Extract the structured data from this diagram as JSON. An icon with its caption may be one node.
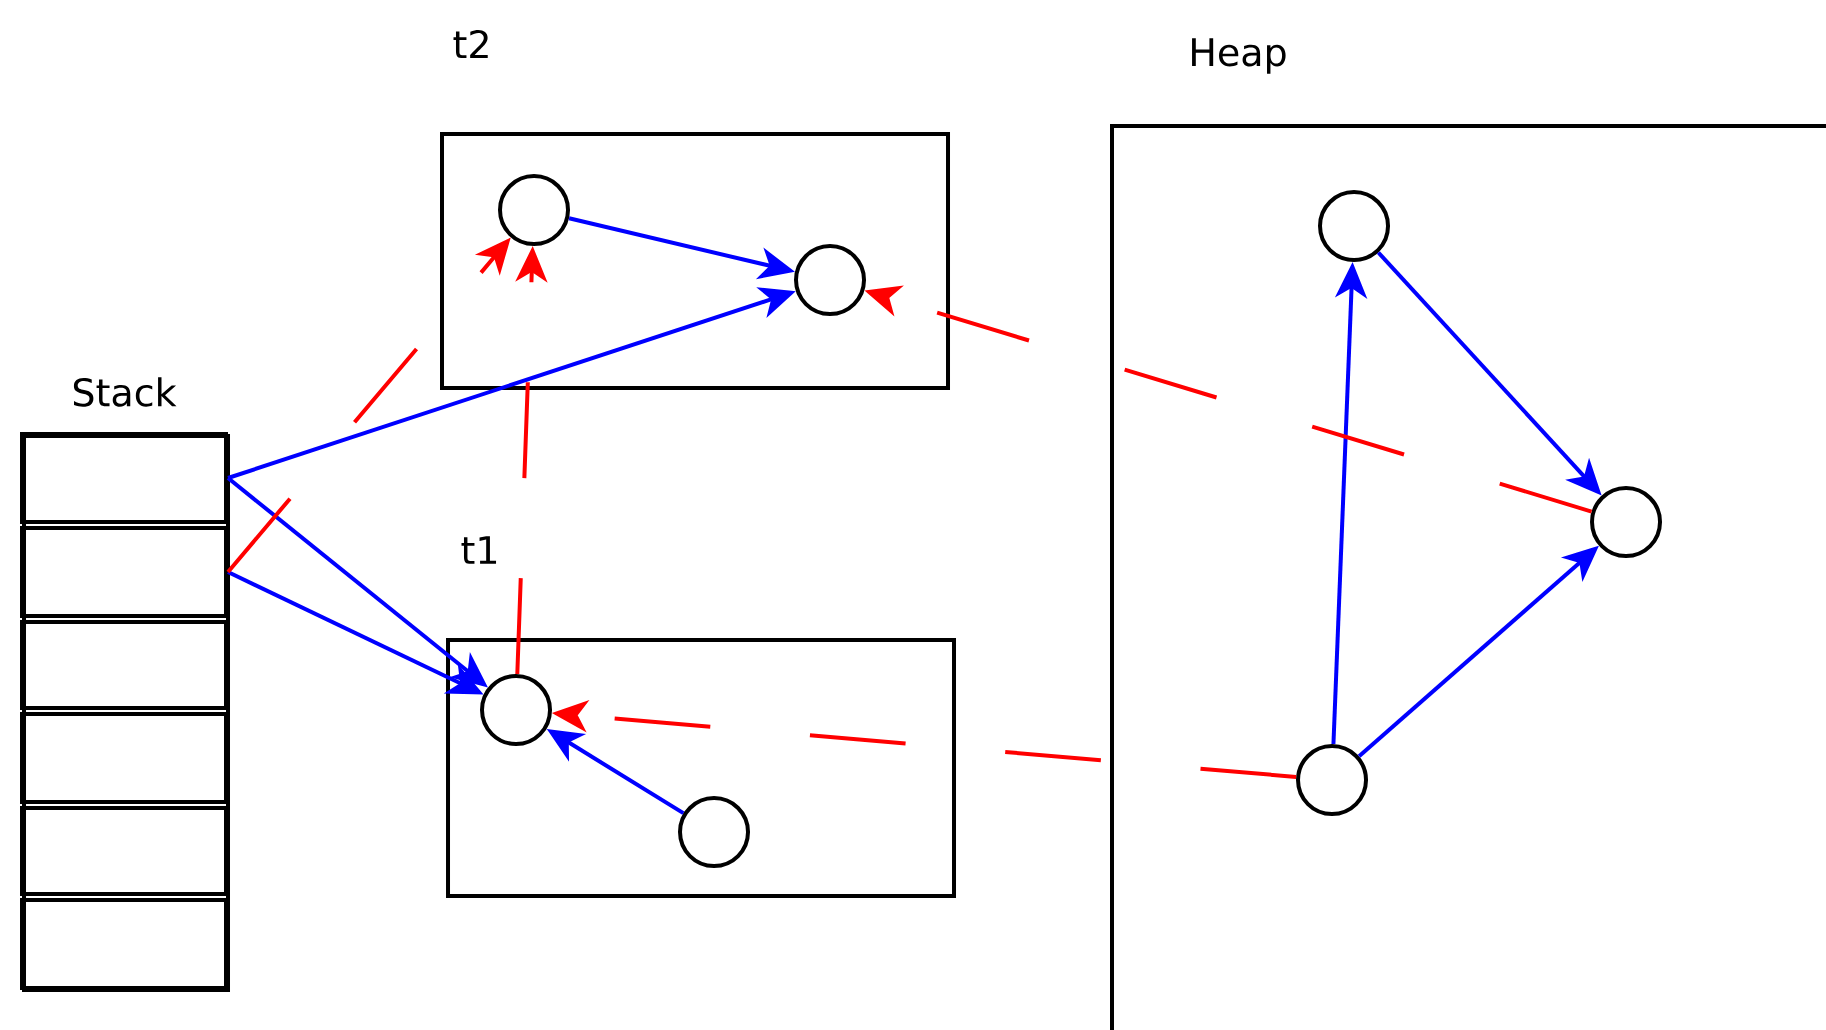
{
  "diagram": {
    "nodes": [
      {
        "text": [
          "Stack"
        ]
      },
      {
        "text": [],
        "shape": "box",
        "in": 0
      },
      {
        "text": [],
        "shape": "box",
        "in": 0
      },
      {
        "text": [],
        "shape": "box",
        "in": 0
      },
      {
        "text": [],
        "shape": "box",
        "in": 0
      },
      {
        "text": [],
        "shape": "box",
        "in": 0
      },
      {
        "text": [],
        "shape": "box",
        "in": 0
      },
      {
        "text": [
          "t2"
        ]
      },
      {
        "text": [],
        "shape": "circle",
        "in": 7
      },
      {
        "text": [],
        "shape": "circle",
        "in": 7
      },
      {
        "text": [
          "t1"
        ]
      },
      {
        "text": [],
        "shape": "circle",
        "in": 10
      },
      {
        "text": [],
        "shape": "circle",
        "in": 10
      },
      {
        "text": [
          "Heap"
        ]
      },
      {
        "text": [],
        "shape": "circle",
        "in": 13
      },
      {
        "text": [],
        "shape": "circle",
        "in": 13
      },
      {
        "text": [],
        "shape": "circle",
        "in": 13
      }
    ],
    "edges": [
      {
        "from": 1,
        "to": 9,
        "arrow": "to"
      },
      {
        "from": 1,
        "to": 11,
        "arrow": "to"
      },
      {
        "from": 2,
        "to": 11,
        "arrow": "to"
      },
      {
        "from": 8,
        "to": 9,
        "arrow": "to"
      },
      {
        "from": 12,
        "to": 11,
        "arrow": "to"
      },
      {
        "from": 16,
        "to": 14,
        "arrow": "to"
      },
      {
        "from": 14,
        "to": 15,
        "arrow": "to"
      },
      {
        "from": 16,
        "to": 15,
        "arrow": "to"
      },
      {
        "from": 2,
        "to": 8,
        "arrow": "to",
        "style": "dashed",
        "color": "#ff0000"
      },
      {
        "from": 11,
        "to": 8,
        "arrow": "to",
        "style": "dashed",
        "color": "#ff0000"
      },
      {
        "from": 15,
        "to": 9,
        "arrow": "to",
        "style": "dashed",
        "color": "#ff0000"
      },
      {
        "from": 16,
        "to": 11,
        "arrow": "to",
        "style": "dashed",
        "color": "#ff0000"
      }
    ]
  }
}
